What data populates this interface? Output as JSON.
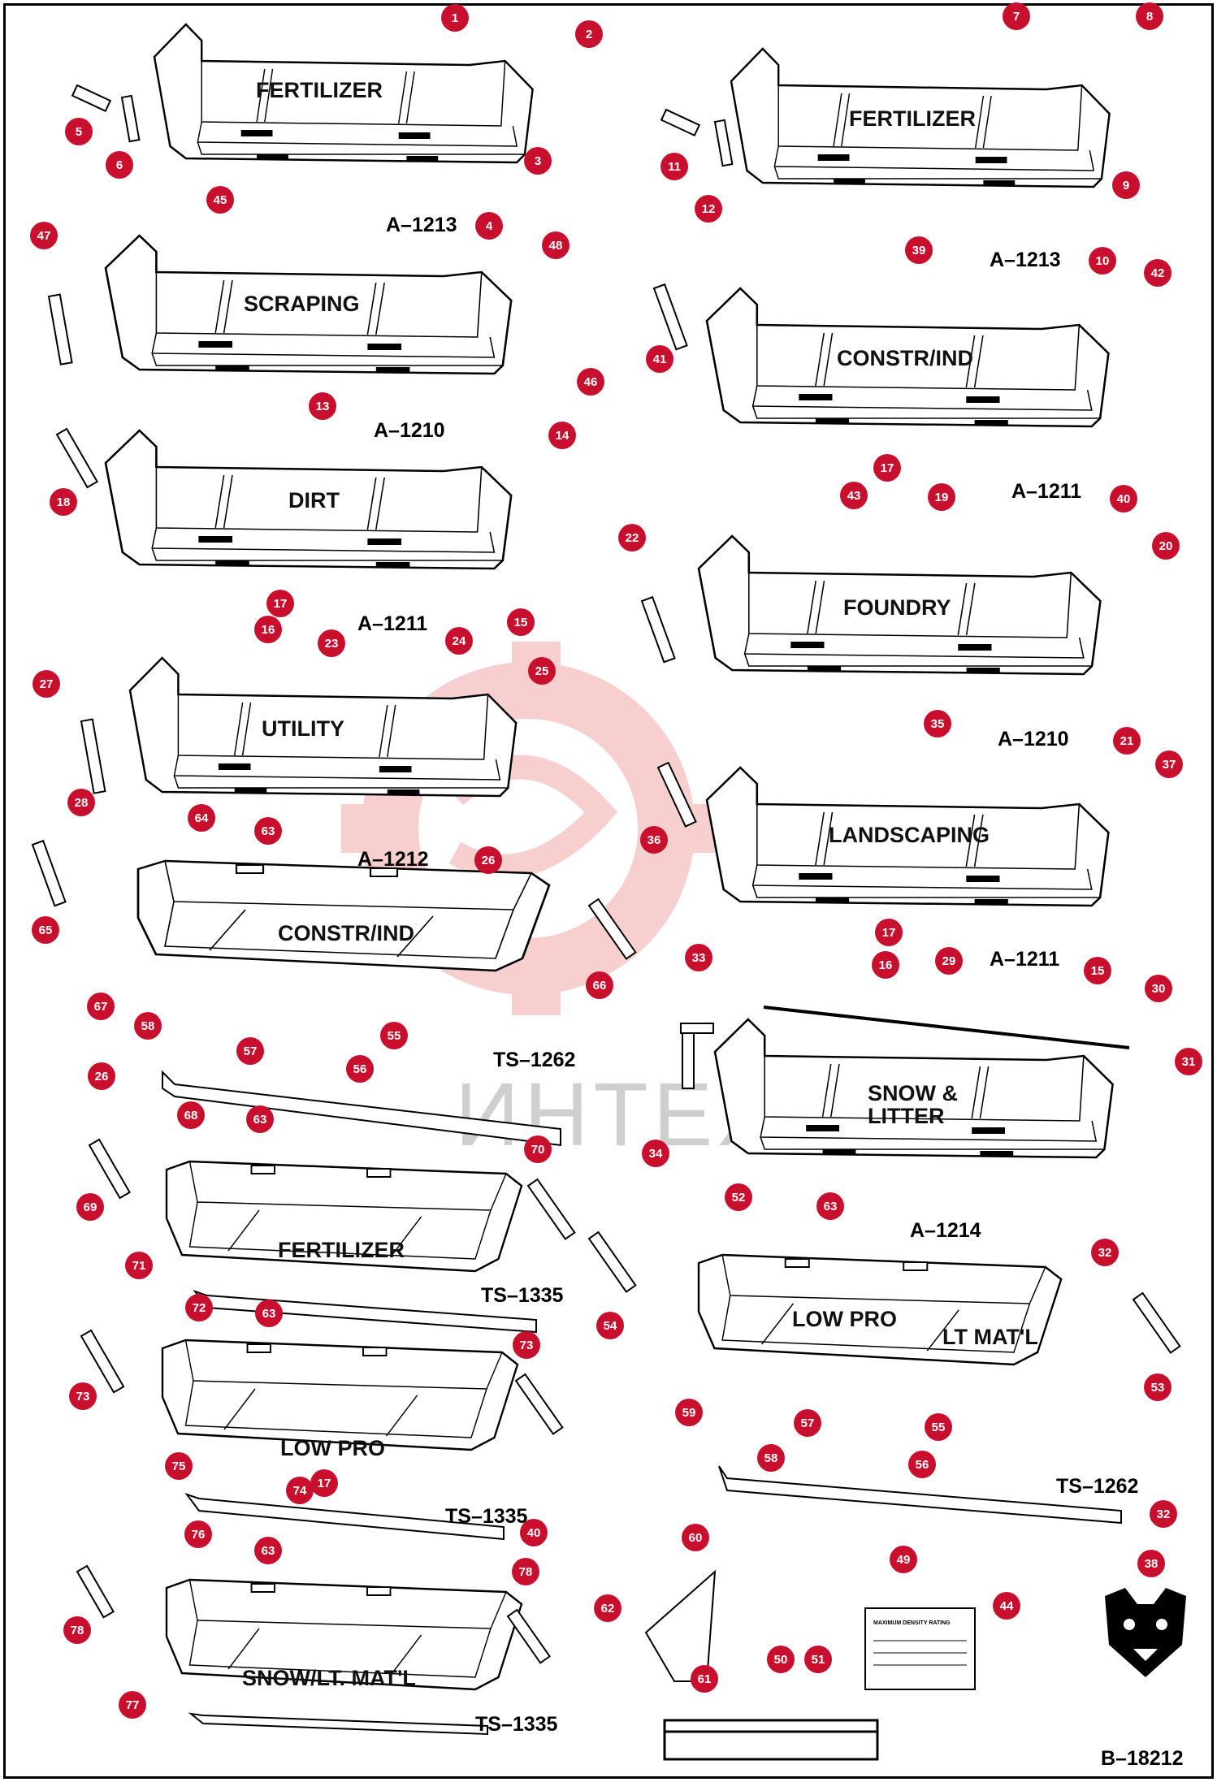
{
  "document_ref": "B–18212",
  "watermark": "ИНТЕХ",
  "colors": {
    "callout": "#c8102e",
    "line": "#000000",
    "watermark_gear": "#f4a9a9",
    "watermark_text": "#cfcfcf"
  },
  "decal_title": "MAXIMUM DENSITY RATING",
  "icons": [
    "bobcat-logo-icon",
    "gear-watermark-icon"
  ],
  "buckets": [
    {
      "label": "FERTILIZER",
      "model": "A–1213"
    },
    {
      "label": "FERTILIZER",
      "model": "A–1213"
    },
    {
      "label": "SCRAPING",
      "model": "A–1210"
    },
    {
      "label": "CONSTR/IND",
      "model": "A–1211"
    },
    {
      "label": "DIRT",
      "model": "A–1211"
    },
    {
      "label": "FOUNDRY",
      "model": "A–1210"
    },
    {
      "label": "UTILITY",
      "model": "A–1212"
    },
    {
      "label": "LANDSCAPING",
      "model": "A–1211"
    },
    {
      "label": "CONSTR/IND",
      "model": "TS–1262"
    },
    {
      "label": "SNOW &",
      "label2": "LITTER",
      "model": "A–1214"
    },
    {
      "label": "FERTILIZER",
      "model": "TS–1335"
    },
    {
      "label": "LOW PRO",
      "label2": "LT MAT'L",
      "model": "TS–1262"
    },
    {
      "label": "LOW PRO",
      "model": "TS–1335"
    },
    {
      "label": "SNOW/LT. MAT'L",
      "model": "TS–1335"
    }
  ],
  "callouts": [
    "1",
    "2",
    "3",
    "4",
    "5",
    "6",
    "7",
    "8",
    "9",
    "10",
    "11",
    "12",
    "45",
    "47",
    "48",
    "46",
    "39",
    "42",
    "41",
    "13",
    "14",
    "18",
    "17",
    "43",
    "40",
    "19",
    "22",
    "20",
    "17",
    "16",
    "15",
    "23",
    "24",
    "25",
    "27",
    "28",
    "21",
    "35",
    "37",
    "36",
    "64",
    "63",
    "26",
    "65",
    "66",
    "67",
    "17",
    "16",
    "15",
    "33",
    "29",
    "30",
    "58",
    "57",
    "55",
    "56",
    "31",
    "26",
    "68",
    "63",
    "70",
    "34",
    "69",
    "52",
    "63",
    "71",
    "72",
    "63",
    "32",
    "73",
    "73",
    "54",
    "53",
    "59",
    "75",
    "74",
    "17",
    "57",
    "55",
    "58",
    "56",
    "32",
    "76",
    "63",
    "40",
    "78",
    "60",
    "49",
    "44",
    "38",
    "78",
    "62",
    "61",
    "50",
    "51",
    "77"
  ]
}
